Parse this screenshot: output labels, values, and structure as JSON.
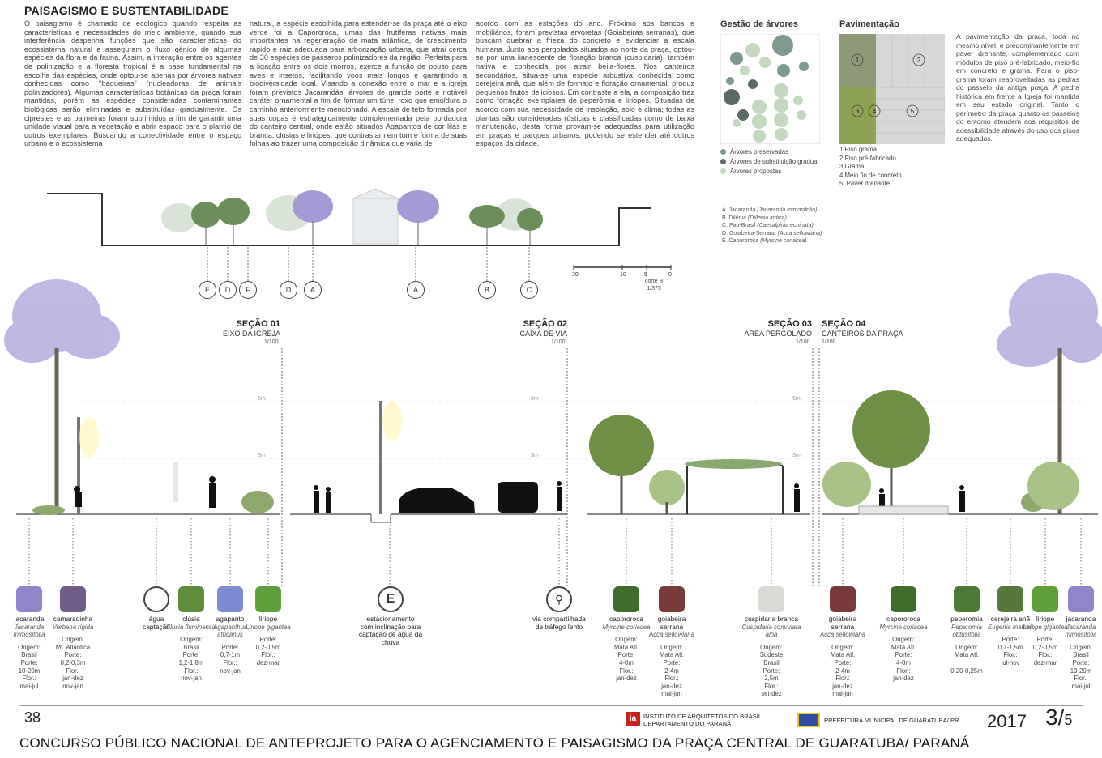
{
  "header": {
    "title": "PAISAGISMO E SUSTENTABILIDADE"
  },
  "text_columns": [
    "O paisagismo é chamado de ecológico quando respeita as características e necessidades do meio ambiente, quando sua interferência despenha funções que são características do ecossistema natural e asseguram o fluxo gênico de algumas espécies da flora e da fauna. Assim, a interação entre os agentes de polinização e a floresta tropical é a base fundamental na escolha das espécies, onde optou-se apenas por árvores nativas conhecidas como ‘‘bagueiras” (nucleadoras de animais polinizadores). Algumas características botânicas da praça foram mantidas, porém as espécies consideradas contaminantes biológicas serão eliminadas e substituídas gradualmente. Os ciprestes e as palmeiras foram suprimidos a fim de garantir uma unidade visual para a vegetação e abrir espaço para o plantio de outros exemplares. Buscando a conectividade entre o espaço urbano e o ecossistema",
    "natural, a espécie escolhida para estender-se da praça até o eixo verde foi a Capororoca, umas das frutíferas nativas mais importantes na regeneração da mata atlântica, de crescimento rápido e raiz adequada para arborização urbana, que atrai cerca de 30 espécies de pássaros polinizadores da região. Perfeita para a ligação entre os dois morros, exerce a função de pouso para aves e insetos, facilitando voos mais longos e garantindo a biodiversidade local. Visando a conexão entre o mar e a igreja foram previstos Jacarandás; árvores de grande porte e notável caráter ornamental a fim de formar um túnel roxo que emoldura o caminho anteriormente mencionado. A escala de teto formada por suas copas é estrategicamente complementada pela bordadura do canteiro central, onde estão situados Agapantos de cor lilás e branca, clúsias e liriópes, que contrastam em tom e forma de suas folhas ao trazer uma composição dinâmica que varia de",
    "acordo com as estações do ano. Próximo aos bancos e mobiliários, foram previstas arvoretas (Goiabeiras serranas), que buscam quebrar a frieza do concreto e evidenciar a escala humana. Junto aos pergolados situados ao norte da praça, optou-se por uma lianescente de floração branca (cuspidaria), também nativa e conhecida por atrair beija-flores. Nos canteiros secundários, situa-se uma espécie arbustiva conhecida como cerejeira anã, que além de formato e floração ornamental, produz pequenos frutos deliciosos. Em contraste a ela, a composição traz como forração exemplares de peperômia e liriopes. Situadas de acordo com sua necessidade de insolação, solo e clima; todas as plantas são consideradas rústicas e classificadas como de baixa manutenção, desta forma provam-se adequadas para utilização em praças e parques urbanos, podendo se estender até outros espaços da cidade."
  ],
  "trees_panel": {
    "title": "Gestão de árvores",
    "legend": [
      "Árvores preservadas",
      "Árvores de substituição gradual",
      "Árvores propostas"
    ],
    "colors": [
      "#7f9a8c",
      "#5b6a63",
      "#c4d8c0"
    ]
  },
  "paving_panel": {
    "title": "Pavimentação",
    "labels": [
      "1",
      "2",
      "3",
      "4",
      "5"
    ],
    "legend": [
      "1.Piso grama",
      "2.Piso pré-fabricado",
      "3.Grama",
      "4.Meio fio de concreto",
      "5. Paver drenante"
    ],
    "description": "A pavimentação da praça, toda no mesmo nível, é predominantemente em paver drenante, complementado com módulos de piso pré-fabricado, meio-fio em concreto e grama. Para o piso-grama foram reaproveitadas as pedras do passeio da antiga praça. A pedra histórica em frente a Igreja foi mantida em seu estado original. Tanto o perímetro da praça quanto os passeios do entorno atendem aos requisitos de acessibilidade através do uso dos pisos adequados."
  },
  "species_key": [
    [
      "A. Jacarandá",
      "(Jacaranda mimosifolia)"
    ],
    [
      "B. Dilênia",
      "(Dillenia indica)"
    ],
    [
      "C. Pau-Brasil",
      "(Caesalpinia echinata)"
    ],
    [
      "D. Goiabeira-Serrana",
      "(Acca sellowiana)"
    ],
    [
      "E. Capororoca",
      "(Myrsine coriacea)"
    ]
  ],
  "cut": {
    "label": "corte B",
    "scale": "1/375",
    "ticks": [
      "20",
      "10",
      "5",
      "0"
    ],
    "markers": [
      "E",
      "D",
      "F",
      "D",
      "A",
      "A",
      "B",
      "C"
    ]
  },
  "sections": [
    {
      "title": "SEÇÃO 01",
      "sub": "EIXO DA IGREJA",
      "scale": "1/100"
    },
    {
      "title": "SEÇÃO 02",
      "sub": "CAIXA DE VIA",
      "scale": "1/100"
    },
    {
      "title": "SEÇÃO 03",
      "sub": "ÁREA PERGOLADO",
      "scale": "1/100"
    },
    {
      "title": "SEÇÃO 04",
      "sub": "CANTEIROS DA PRAÇA",
      "scale": "1/100"
    }
  ],
  "heights": [
    "6m",
    "3m"
  ],
  "plants": [
    {
      "common": "jacaranda",
      "sci": "Jacaranda mimosifolia",
      "info": "Origem:\nBrasil\nPorte:\n10-20m\nFlor.:\nmai-jul",
      "color": "#8f86c9"
    },
    {
      "common": "camaradinha",
      "sci": "Verbena rigida",
      "info": "Origem:\nMt. Atlântica\nPorte:\n0,2-0,3m\nFlor.:\njan-dez\nnov-jan",
      "color": "#6f5e88"
    },
    {
      "common": "água",
      "sci": "",
      "info": "",
      "color": ""
    },
    {
      "common": "clúsia",
      "sci": "Clusia fluminensis",
      "info": "Origem:\nBrasil\nPorte:\n1,2-1,8m\nFlor.:\nnov-jan",
      "color": "#5e8d3c"
    },
    {
      "common": "agapanto",
      "sci": "Agapanthus africanus",
      "info": "Porte:\n0,7-1m\nFlor.:\nnov-jan",
      "color": "#7d8bd0"
    },
    {
      "common": "liriope",
      "sci": "Liriope gigantea",
      "info": "Porte:\n0,2-0,5m\nFlor.:\ndez-mar",
      "color": "#5fa03a"
    },
    {
      "common": "capororoca",
      "sci": "Myrcine coriacea",
      "info": "Origem:\nMata Atl.\nPorte:\n4-8m\nFlor.:\njan-dez",
      "color": "#3f6e2c"
    },
    {
      "common": "goiabeira serrana",
      "sci": "Acca sellowiana",
      "info": "Origem:\nMata Atl.\nPorte:\n2-4m\nFlor.:\njan-dez\nmai-jun",
      "color": "#7a3a3a"
    },
    {
      "common": "cuspidaria branca",
      "sci": "Cuspidaria convulata alba",
      "info": "Origem:\nSudeste\nBrasil\nPorte:\n2,5m\nFlor.:\nset-dez",
      "color": "#d9dcd6"
    },
    {
      "common": "goiabeira serrana",
      "sci": "Acca sellowiana",
      "info": "Origem:\nMata Atl.\nPorte:\n2-4m\nFlor.:\njan-dez\nmai-jun",
      "color": "#7a3a3a"
    },
    {
      "common": "capororoca",
      "sci": "Myrcine coriacea",
      "info": "Origem:\nMata Atl.\nPorte:\n4-8m\nFlor.:\njan-dez",
      "color": "#3f6e2c"
    },
    {
      "common": "peperomia",
      "sci": "Peperomia obtusifolia",
      "info": "Origem:\nMata Atl.\n\n0,20-0,25m",
      "color": "#4d7a33"
    },
    {
      "common": "cerejeira anã",
      "sci": "Eugenia mattosi",
      "info": "Porte:\n0,7-1,5m\nFlor.:\njul-nov",
      "color": "#56783a"
    },
    {
      "common": "liriope",
      "sci": "Liriope gigantea",
      "info": "Porte:\n0,2-0,5m\nFlor.:\ndez-mar",
      "color": "#5fa03a"
    },
    {
      "common": "jacaranda",
      "sci": "Jacaranda mimosifolia",
      "info": "Origem:\nBrasil\nPorte:\n10-20m\nFlor.:\nmai-jul",
      "color": "#8f86c9"
    }
  ],
  "captions": {
    "water": "captação",
    "parking": "estacionamento\ncom inclinação para\ncaptação de água da\nchuva",
    "bike": "via compartilhada\nde tráfego lento"
  },
  "footer": {
    "board_number": "38",
    "iab": "INSTITUTO DE ARQUITETOS DO BRASIL\nDEPARTAMENTO DO PARANÁ",
    "prefeitura": "PREFEITURA MUNICIPAL DE GUARATUBA/ PR",
    "year": "2017",
    "page": "3/",
    "page_total": "5",
    "contest": "CONCURSO PÚBLICO NACIONAL DE ANTEPROJETO PARA O AGENCIAMENTO E PAISAGISMO DA PRAÇA CENTRAL DE GUARATUBA/ PARANÁ"
  }
}
